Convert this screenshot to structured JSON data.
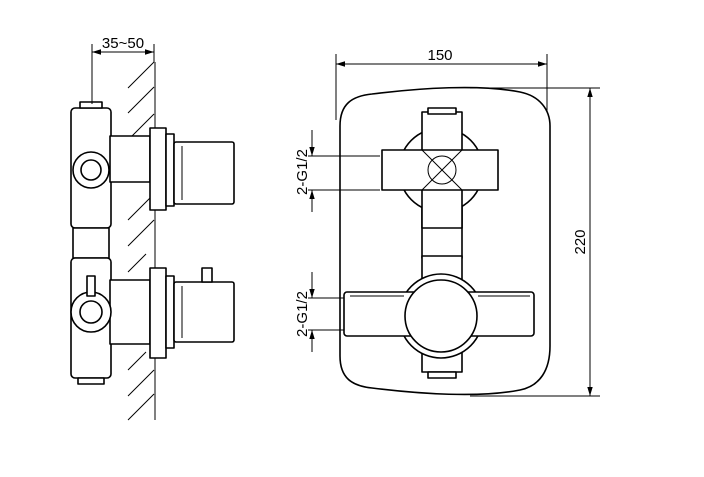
{
  "dimensions": {
    "wall_depth": "35~50",
    "plate_width": "150",
    "plate_height": "220",
    "upper_connection": "2-G1/2",
    "lower_connection": "2-G1/2"
  },
  "colors": {
    "line": "#000000",
    "background": "#ffffff"
  }
}
